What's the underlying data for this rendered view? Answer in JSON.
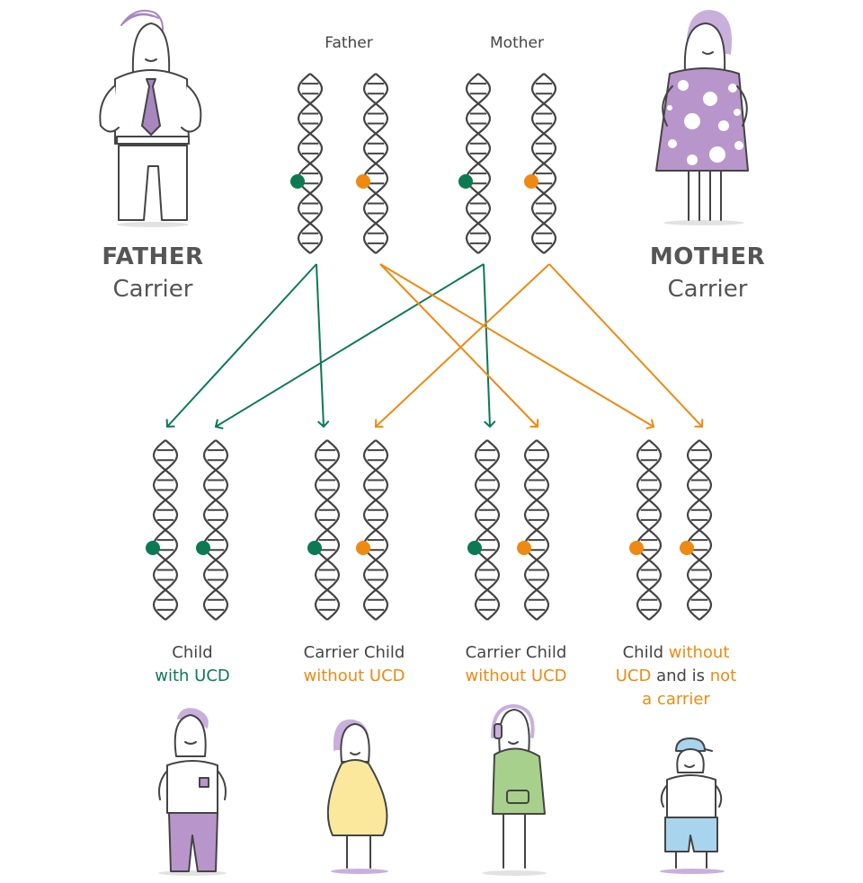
{
  "colors": {
    "green": "#0b7a52",
    "orange": "#ee8a12",
    "purple": "#a886c0",
    "yellow": "#fbe89c",
    "lime": "#a8d08d",
    "lightblue": "#a9d4ee",
    "outline": "#444444"
  },
  "parents": {
    "father": {
      "header": "Father",
      "name": "FATHER",
      "status": "Carrier"
    },
    "mother": {
      "header": "Mother",
      "name": "MOTHER",
      "status": "Carrier"
    }
  },
  "children": [
    {
      "line1_a": "Child",
      "line1_b": "",
      "line2_a": "with UCD",
      "line2_b": "",
      "line3": ""
    },
    {
      "line1_a": "Carrier Child",
      "line1_b": "",
      "line2_a": "without  UCD",
      "line2_b": "",
      "line3": ""
    },
    {
      "line1_a": "Carrier Child",
      "line1_b": "",
      "line2_a": "without  UCD",
      "line2_b": "",
      "line3": ""
    },
    {
      "line1_a": "Child ",
      "line1_b": "without",
      "line2_a": "UCD",
      "line2_b": " and is ",
      "line2_c": "not",
      "line3": "a carrier"
    }
  ],
  "alleles": {
    "parent_pairs": [
      [
        "green",
        "orange"
      ],
      [
        "green",
        "orange"
      ]
    ],
    "child_pairs": [
      [
        "green",
        "green"
      ],
      [
        "green",
        "orange"
      ],
      [
        "green",
        "orange"
      ],
      [
        "orange",
        "orange"
      ]
    ]
  }
}
